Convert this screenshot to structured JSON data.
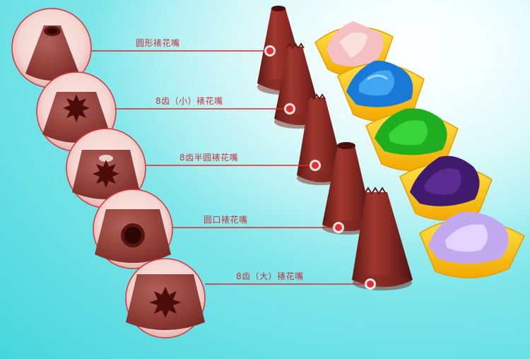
{
  "labels": [
    "圆形裱花嘴",
    "8齿（小）裱花嘴",
    "8齿半圆裱花嘴",
    "圆口裱花嘴",
    "8齿（大）裱花嘴"
  ],
  "colors": {
    "nozzle": "#8e2a24",
    "leader_line": "#d92b2b",
    "marker": "#d9323a",
    "cup": "#ffcc00",
    "frosting": [
      "#f6c6c6",
      "#1e7bd8",
      "#21b521",
      "#4b1f7a",
      "#c9b2f2"
    ]
  }
}
